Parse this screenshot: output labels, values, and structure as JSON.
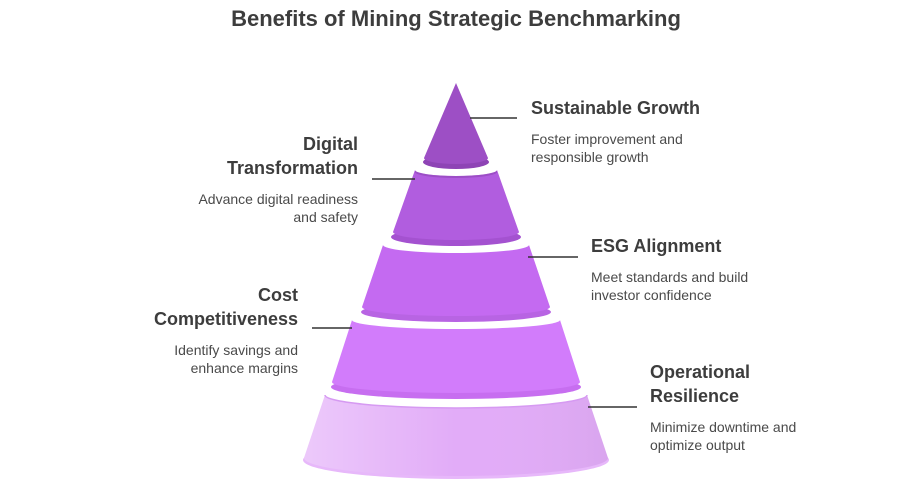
{
  "title": "Benefits of Mining Strategic Benchmarking",
  "tiers": [
    {
      "title": "Sustainable Growth",
      "description": "Foster improvement and\nresponsible growth",
      "side": "right",
      "color": "#9D4FC5"
    },
    {
      "title": "Digital\nTransformation",
      "description": "Advance digital readiness\nand safety",
      "side": "left",
      "color": "#B15DDF"
    },
    {
      "title": "ESG Alignment",
      "description": "Meet standards and build\ninvestor confidence",
      "side": "right",
      "color": "#C46AF1"
    },
    {
      "title": "Cost\nCompetitiveness",
      "description": "Identify savings and\nenhance margins",
      "side": "left",
      "color": "#D27CFB"
    },
    {
      "title": "Operational\nResilience",
      "description": "Minimize downtime and\noptimize output",
      "side": "right",
      "color": "#E2ACF8"
    }
  ]
}
